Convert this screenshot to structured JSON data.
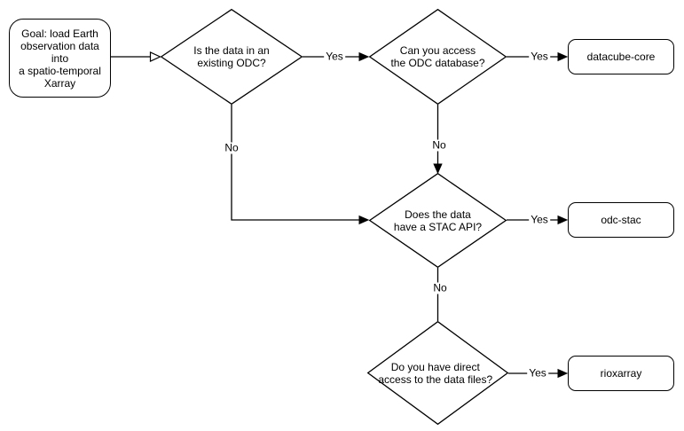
{
  "diagram": {
    "background_color": "#ffffff",
    "stroke_color": "#000000",
    "text_color": "#000000",
    "nodes": {
      "start": {
        "shape": "rounded-rectangle",
        "label_lines": [
          "Goal: load Earth",
          "observation data into",
          "a spatio-temporal",
          "Xarray"
        ]
      },
      "q_existing_odc": {
        "shape": "diamond",
        "label_lines": [
          "Is the data in an",
          "existing ODC?"
        ]
      },
      "q_access_odc_db": {
        "shape": "diamond",
        "label_lines": [
          "Can you access",
          "the ODC database?"
        ]
      },
      "q_stac_api": {
        "shape": "diamond",
        "label_lines": [
          "Does the data",
          "have a STAC API?"
        ]
      },
      "q_direct_access": {
        "shape": "diamond",
        "label_lines": [
          "Do you have direct",
          "access to the data files?"
        ]
      },
      "datacube_core": {
        "shape": "rounded-rectangle",
        "label": "datacube-core"
      },
      "odc_stac": {
        "shape": "rounded-rectangle",
        "label": "odc-stac"
      },
      "rioxarray": {
        "shape": "rounded-rectangle",
        "label": "rioxarray"
      }
    },
    "edge_labels": {
      "existing_odc_yes": "Yes",
      "existing_odc_no": "No",
      "access_db_yes": "Yes",
      "access_db_no": "No",
      "stac_yes": "Yes",
      "stac_no": "No",
      "direct_yes": "Yes"
    }
  }
}
